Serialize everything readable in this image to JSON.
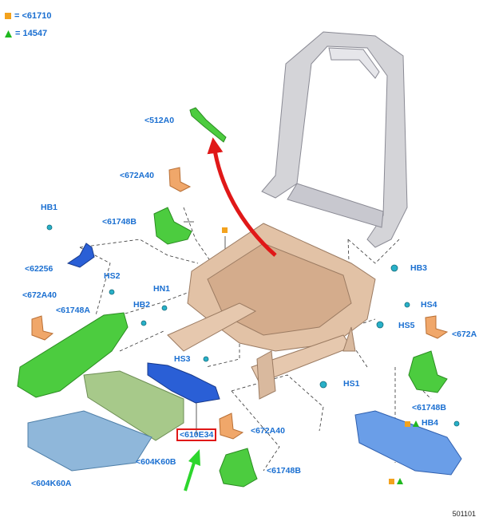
{
  "legend": [
    {
      "symbol": "orange-square",
      "text": "= <61710"
    },
    {
      "symbol": "green-triangle",
      "text": "= 14547"
    }
  ],
  "callouts": {
    "c512A0": "<512A0",
    "c672A40_top": "<672A40",
    "c61748B_top": "<61748B",
    "HB1": "HB1",
    "c62256": "<62256",
    "HS2": "HS2",
    "c672A40_left": "<672A40",
    "c61748A": "<61748A",
    "HN1": "HN1",
    "HB2": "HB2",
    "HS3": "HS3",
    "HB3": "HB3",
    "HS4": "HS4",
    "HS5": "HS5",
    "c672A_right": "<672A",
    "HS1": "HS1",
    "c61748B_right": "<61748B",
    "HB4": "HB4",
    "c610E34": "<610E34",
    "c672A40_bottom": "<672A40",
    "c61748B_bottom": "<61748B",
    "c604K60B": "<604K60B",
    "c604K60A": "<604K60A"
  },
  "figure_number": "501101",
  "colors": {
    "label": "#1a6fd1",
    "orange_marker": "#f3a21d",
    "green_marker": "#1fb81f",
    "red_arrow": "#e01818",
    "green_arrow": "#2dd62d",
    "frame": "#d4d4d8",
    "base": "#e2c2a6",
    "bracket": "#f0a76a",
    "green_part": "#4ccc3f",
    "blue_part": "#2a5fd6",
    "tray": "#8fb7da"
  }
}
